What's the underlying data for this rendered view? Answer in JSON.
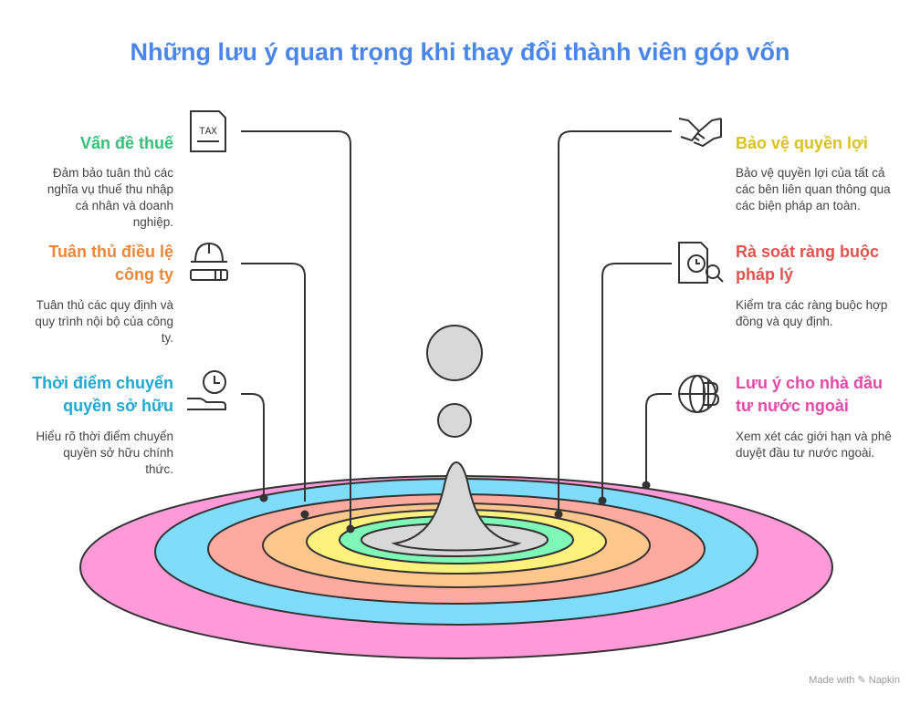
{
  "title": "Những lưu ý quan trọng khi thay đổi thành viên góp vốn",
  "colors": {
    "title": "#4a86e8",
    "ring_pink": "#ff9ad9",
    "ring_blue": "#7fdcfb",
    "ring_red": "#ffaa9e",
    "ring_orange": "#ffc78c",
    "ring_yellow": "#fdf17d",
    "ring_green": "#7ff7b6",
    "center": "#d8d8d8"
  },
  "items": [
    {
      "heading": "Vấn đề thuế",
      "desc": "Đảm bảo tuân thủ các nghĩa vụ thuế thu nhập cá nhân và doanh nghiệp.",
      "color": "#35c07a",
      "icon": "tax-document-icon",
      "icon_text": "TAX"
    },
    {
      "heading": "Tuân thủ điều lệ công ty",
      "desc": "Tuân thủ các quy định và quy trình nội bộ của công ty.",
      "color": "#e9883b",
      "icon": "hard-hat-ruler-icon"
    },
    {
      "heading": "Thời điểm chuyển quyền sở hữu",
      "desc": "Hiểu rõ thời điểm chuyển quyền sở hữu chính thức.",
      "color": "#1fa8d2",
      "icon": "clock-hand-icon"
    },
    {
      "heading": "Bảo vệ quyền lợi",
      "desc": "Bảo vệ quyền lợi của tất cả các bên liên quan thông qua các biện pháp an toàn.",
      "color": "#d9c21c",
      "icon": "handshake-icon"
    },
    {
      "heading": "Rà soát ràng buộc pháp lý",
      "desc": "Kiểm tra các ràng buộc hợp đồng và quy định.",
      "color": "#e0544e",
      "icon": "document-search-icon"
    },
    {
      "heading": "Lưu ý cho nhà đầu tư nước ngoài",
      "desc": "Xem xét các giới hạn và phê duyệt đầu tư nước ngoài.",
      "color": "#e04aa9",
      "icon": "globe-baht-icon"
    }
  ],
  "footer": "Made with ✎ Napkin"
}
